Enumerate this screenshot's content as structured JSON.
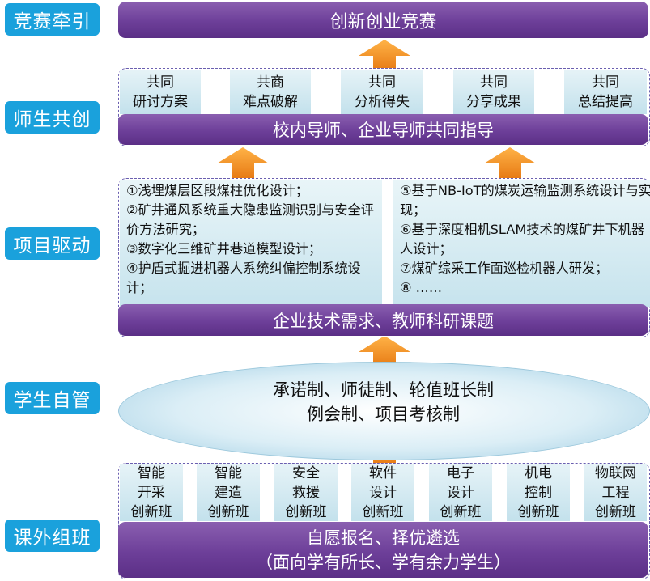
{
  "side_labels": [
    "竞赛牵引",
    "师生共创",
    "项目驱动",
    "学生自管",
    "课外组班"
  ],
  "competition": {
    "label": "创新创业竞赛"
  },
  "cocreate": {
    "items": [
      {
        "line1": "共同",
        "line2": "研讨方案"
      },
      {
        "line1": "共商",
        "line2": "难点破解"
      },
      {
        "line1": "共同",
        "line2": "分析得失"
      },
      {
        "line1": "共同",
        "line2": "分享成果"
      },
      {
        "line1": "共同",
        "line2": "总结提高"
      }
    ],
    "bar": "校内导师、企业导师共同指导"
  },
  "projects": {
    "left": [
      "①浅埋煤层区段煤柱优化设计；",
      "②矿井通风系统重大隐患监测识别与安全评价方法研究；",
      "③数字化三维矿井巷道模型设计；",
      "④护盾式掘进机器人系统纠偏控制系统设计；"
    ],
    "right": [
      "⑤基于NB-IoT的煤炭运输监测系统设计与实现；",
      "⑥基于深度相机SLAM技术的煤矿井下机器人设计；",
      "⑦煤矿综采工作面巡检机器人研发；",
      "⑧ ……"
    ],
    "bar": "企业技术需求、教师科研课题"
  },
  "self_manage": {
    "line1": "承诺制、师徒制、轮值班长制",
    "line2": "例会制、项目考核制"
  },
  "classes": {
    "items": [
      {
        "line1": "智能",
        "line2": "开采",
        "line3": "创新班"
      },
      {
        "line1": "智能",
        "line2": "建造",
        "line3": "创新班"
      },
      {
        "line1": "安全",
        "line2": "救援",
        "line3": "创新班"
      },
      {
        "line1": "软件",
        "line2": "设计",
        "line3": "创新班"
      },
      {
        "line1": "电子",
        "line2": "设计",
        "line3": "创新班"
      },
      {
        "line1": "机电",
        "line2": "控制",
        "line3": "创新班"
      },
      {
        "line1": "物联网",
        "line2": "工程",
        "line3": "创新班"
      }
    ],
    "bar_line1": "自愿报名、择优遴选",
    "bar_line2": "（面向学有所长、学有余力学生）"
  },
  "colors": {
    "side": "#1aa1dc",
    "bar": "#6d3f99",
    "arrow": "#f08c1e",
    "cell": "#c3e1ec"
  }
}
